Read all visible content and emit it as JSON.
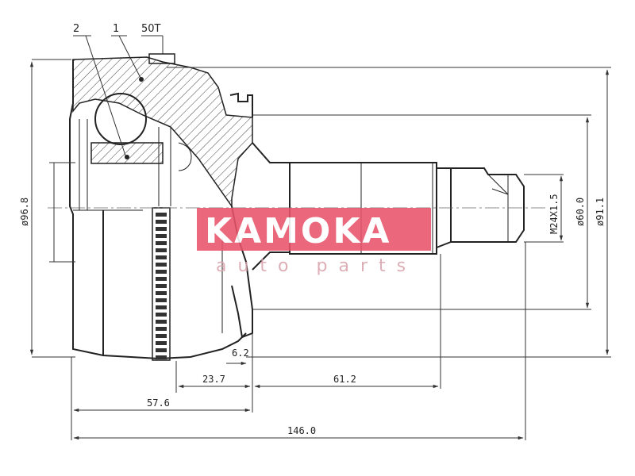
{
  "diagram": {
    "part_labels": {
      "label_2": "2",
      "label_1": "1",
      "label_50T": "50T"
    },
    "dimensions": {
      "overall_diameter": "ø96.8",
      "thread": "M24X1.5",
      "shaft_diameter": "ø60.0",
      "outer_diameter_right": "ø91.1",
      "dim_6_2": "6.2",
      "dim_23_7": "23.7",
      "dim_61_2": "61.2",
      "dim_57_6": "57.6",
      "dim_146_0": "146.0"
    },
    "watermark": {
      "brand": "KAMOKA",
      "tagline": "auto parts",
      "brand_color": "#e8536b"
    }
  }
}
